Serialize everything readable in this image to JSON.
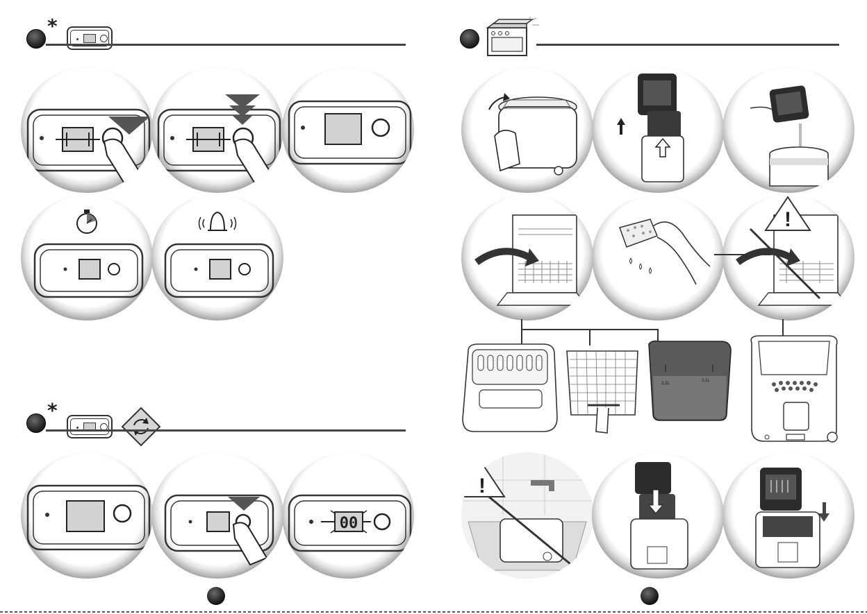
{
  "left_page": {
    "section_1": {
      "marker": "*",
      "icon": "control-panel-icon"
    },
    "section_2": {
      "marker": "*",
      "icons": [
        "control-panel-icon",
        "refresh-diamond-icon"
      ]
    },
    "timer_display": "00"
  },
  "right_page": {
    "section_1": {
      "icon": "dishwasher-icon"
    },
    "warning_symbol": "!",
    "fill_levels": [
      "2,2L",
      "2,1L"
    ]
  },
  "icons": [
    "timer-icon",
    "bell-icon",
    "warning-icon"
  ],
  "colors": {
    "ink": "#222222",
    "ring_dark": "#1c1c1c",
    "ring_mid": "#7a7a7a",
    "screen": "#d2d2d2"
  }
}
